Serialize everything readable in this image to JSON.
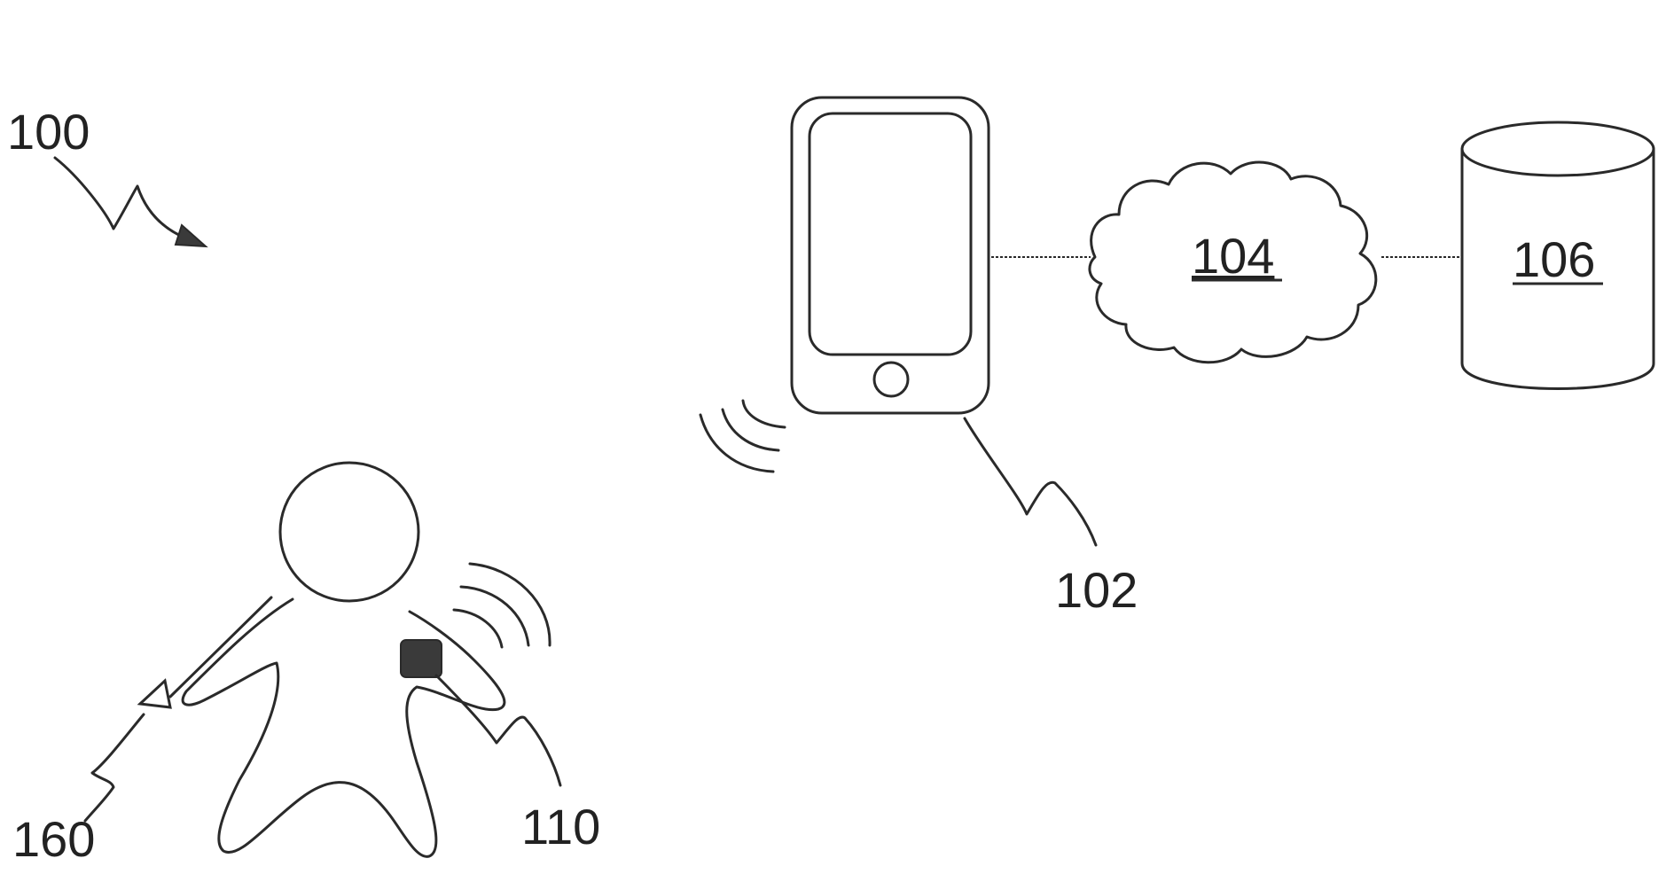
{
  "labels": {
    "system": "100",
    "smartphone": "102",
    "network": "104",
    "database": "106",
    "wearable_device": "110",
    "sensor": "160"
  },
  "colors": {
    "line": "#2a2a2a",
    "fill_dark": "#3a3a3a",
    "background": "#ffffff"
  }
}
